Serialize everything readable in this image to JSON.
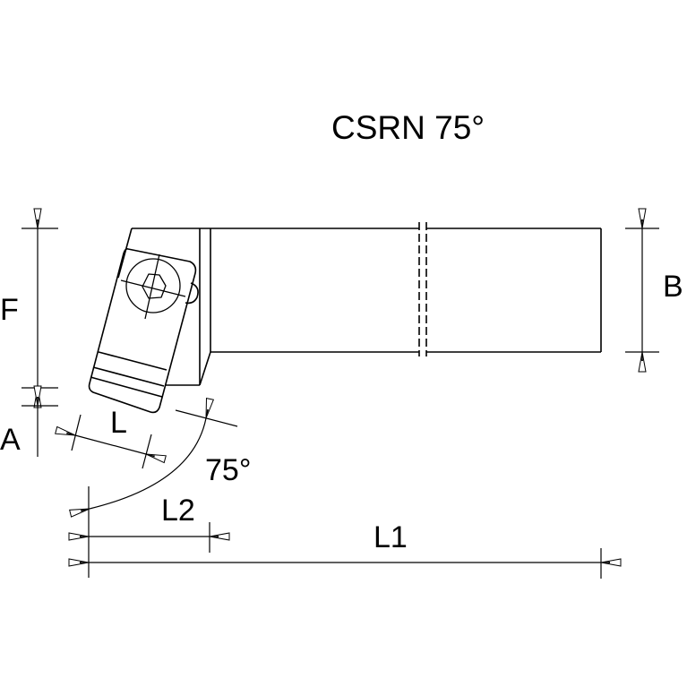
{
  "title": "CSRN 75°",
  "dimensions": {
    "F": "F",
    "A": "A",
    "B": "B",
    "L": "L",
    "L1": "L1",
    "L2": "L2",
    "angle": "75°"
  },
  "colors": {
    "line": "#000000",
    "background": "#ffffff"
  }
}
